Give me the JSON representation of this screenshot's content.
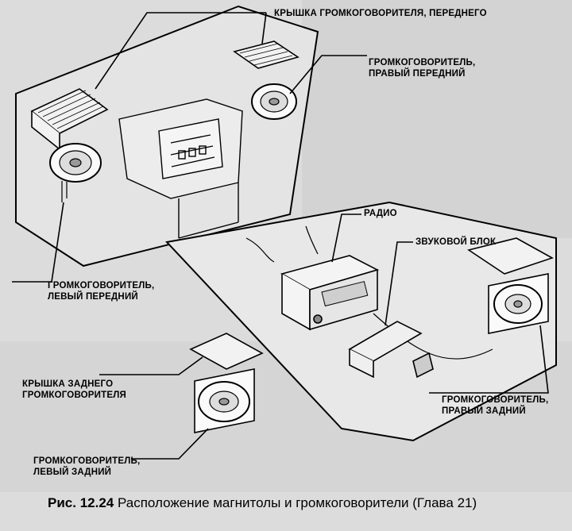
{
  "caption": {
    "number": "Рис. 12.24",
    "text": "Расположение магнитолы и громкоговорители (Глава 21)"
  },
  "labels": {
    "front_cover": "КРЫШКА ГРОМКОГОВОРИТЕЛЯ, ПЕРЕДНЕГО",
    "right_front_1": "ГРОМКОГОВОРИТЕЛЬ,",
    "right_front_2": "ПРАВЫЙ ПЕРЕДНИЙ",
    "radio": "РАДИО",
    "sound_unit": "ЗВУКОВОЙ БЛОК",
    "left_front_1": "ГРОМКОГОВОРИТЕЛЬ,",
    "left_front_2": "ЛЕВЫЙ ПЕРЕДНИЙ",
    "rear_cover_1": "КРЫШКА ЗАДНЕГО",
    "rear_cover_2": "ГРОМКОГОВОРИТЕЛЯ",
    "right_rear_1": "ГРОМКОГОВОРИТЕЛЬ,",
    "right_rear_2": "ПРАВЫЙ ЗАДНИЙ",
    "left_rear_1": "ГРОМКОГОВОРИТЕЛЬ,",
    "left_rear_2": "ЛЕВЫЙ ЗАДНИЙ"
  },
  "colors": {
    "background": "#dcdcdc",
    "ink": "#000000",
    "faded_text": "#9a9a9a"
  }
}
